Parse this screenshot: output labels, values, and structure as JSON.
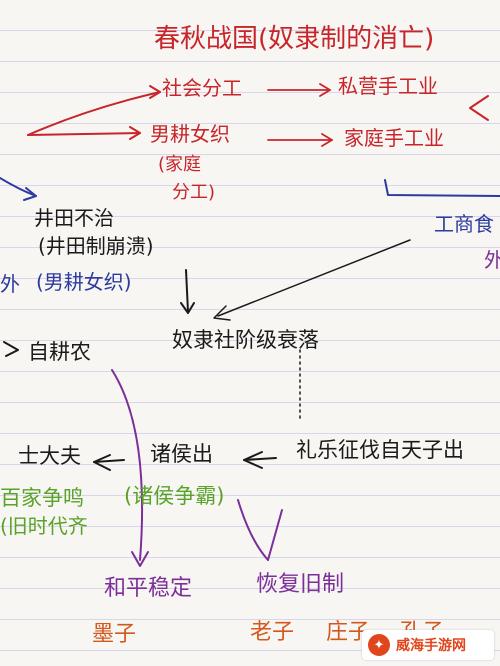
{
  "note": {
    "title": "春秋战国(奴隶制的消亡)",
    "social_division": "社会分工",
    "private_handicraft": "私营手工业",
    "men_farm_women_weave": "男耕女织",
    "family_note_1": "(家庭",
    "family_note_2": "分工)",
    "family_handicraft": "家庭手工业",
    "well_field_1": "井田不治",
    "well_field_2": "(井田制崩溃)",
    "left_fragment": "外",
    "men_farm_women_weave_2": "(男耕女织)",
    "commerce": "工商食",
    "commerce_fragment": "外",
    "self_farming": "自耕农",
    "slavery_collapse": "奴隶社阶级衰落",
    "scholar_officials": "士大夫",
    "feudal_lords": "诸侯出",
    "rites_music": "礼乐征伐自天子出",
    "hundred_schools_1": "百家争鸣",
    "hundred_schools_2": "(旧时代齐",
    "lords_hegemony": "(诸侯争霸)",
    "peace_stability": "和平稳定",
    "restore_old_system": "恢复旧制",
    "mozi": "墨子",
    "laozi": "老子",
    "zhuangzi": "庄子",
    "confucius": "孔子"
  },
  "watermark": {
    "label": "威海手游网"
  }
}
